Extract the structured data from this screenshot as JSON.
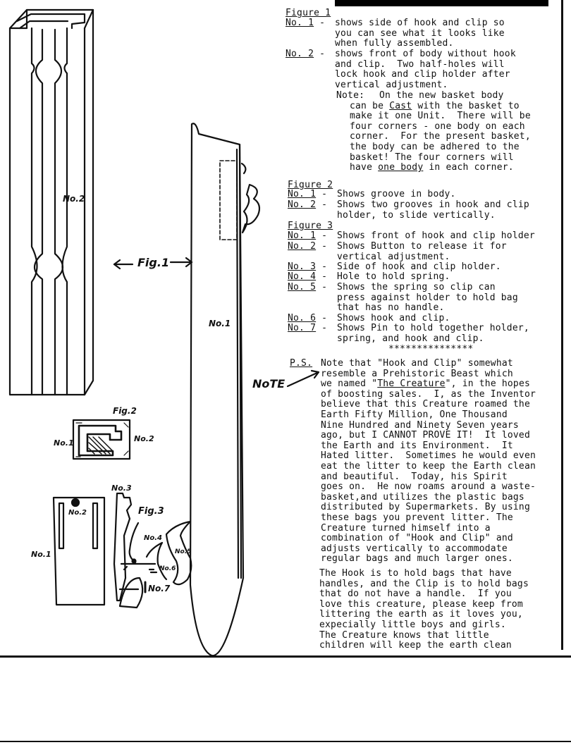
{
  "figure1": {
    "heading": "Figure 1",
    "items": [
      {
        "num": "No. 1",
        "text": "shows side of hook and clip so\nyou can see what it looks like\nwhen fully assembled."
      },
      {
        "num": "No. 2",
        "text": "shows front of body without hook\nand clip.  Two half-holes will\nlock hook and clip holder after\nvertical adjustment."
      }
    ],
    "note_label": "Note:",
    "note_text_a": "On the new basket body\ncan be ",
    "note_cast": "Cast",
    "note_text_b": " with the basket to\nmake it one Unit.  There will be\nfour corners - one body on each\ncorner.  For the present basket,\nthe body can be adhered to the\nbasket! The four corners will\nhave ",
    "note_one_body": "one body",
    "note_text_c": " in each corner."
  },
  "figure2": {
    "heading": "Figure 2",
    "items": [
      {
        "num": "No. 1",
        "text": "Shows groove in body."
      },
      {
        "num": "No. 2",
        "text": "Shows two grooves in hook and clip\nholder, to slide vertically."
      }
    ]
  },
  "figure3": {
    "heading": "Figure 3",
    "items": [
      {
        "num": "No. 1",
        "text": "Shows front of hook and clip holder"
      },
      {
        "num": "No. 2",
        "text": "Shows Button to release it for\nvertical adjustment."
      },
      {
        "num": "No. 3",
        "text": "Side of hook and clip holder."
      },
      {
        "num": "No. 4",
        "text": "Hole to hold spring."
      },
      {
        "num": "No. 5",
        "text": "Shows the spring so clip can\npress against holder to hold bag\nthat has no handle."
      },
      {
        "num": "No. 6",
        "text": "Shows hook and clip."
      },
      {
        "num": "No. 7",
        "text": "Shows Pin to hold together holder,\nspring, and hook and clip."
      }
    ]
  },
  "separator": "***************",
  "ps": {
    "label": "P.S.",
    "text_a": "Note that \"Hook and Clip\" somewhat\nresemble a Prehistoric Beast which\nwe named \"",
    "creature": "The Creature",
    "text_b": "\", in the hopes\nof boosting sales.  I, as the Inventor\nbelieve that this Creature roamed the\nEarth Fifty Million, One Thousand\nNine Hundred and Ninety Seven years\nago, but I CANNOT PROVE IT!  It loved\nthe Earth and its Environment.  It\nHated litter.  Sometimes he would even\neat the litter to keep the Earth clean\nand beautiful.  Today, his Spirit\ngoes on.  He now roams around a waste-\nbasket,and utilizes the plastic bags\ndistributed by Supermarkets. By using\nthese bags you prevent litter. The\nCreature turned himself into a\ncombination of \"Hook and Clip\" and\nadjusts vertically to accommodate\nregular bags and much larger ones.",
    "text_c": "The Hook is to hold bags that have\nhandles, and the Clip is to hold bags\nthat do not have a handle.  If you\nlove this creature, please keep from\nlittering the earth as it loves you,\nexpecially little boys and girls.\nThe Creature knows that little\nchildren will keep the earth clean"
  },
  "hand_labels": {
    "note": "NoTE",
    "fig1": "Fig.1",
    "fig2": "Fig.2",
    "fig3": "Fig.3",
    "no1_tall": "No.1",
    "no2_tall": "No.2",
    "fig2_no1": "No.1",
    "fig2_no2": "No.2",
    "fig3_no1": "No.1",
    "fig3_no2": "No.2",
    "fig3_no3": "No.3",
    "fig3_no4": "No.4",
    "fig3_no5": "No.5",
    "fig3_no6": "No.6",
    "fig3_no7": "No.7"
  }
}
